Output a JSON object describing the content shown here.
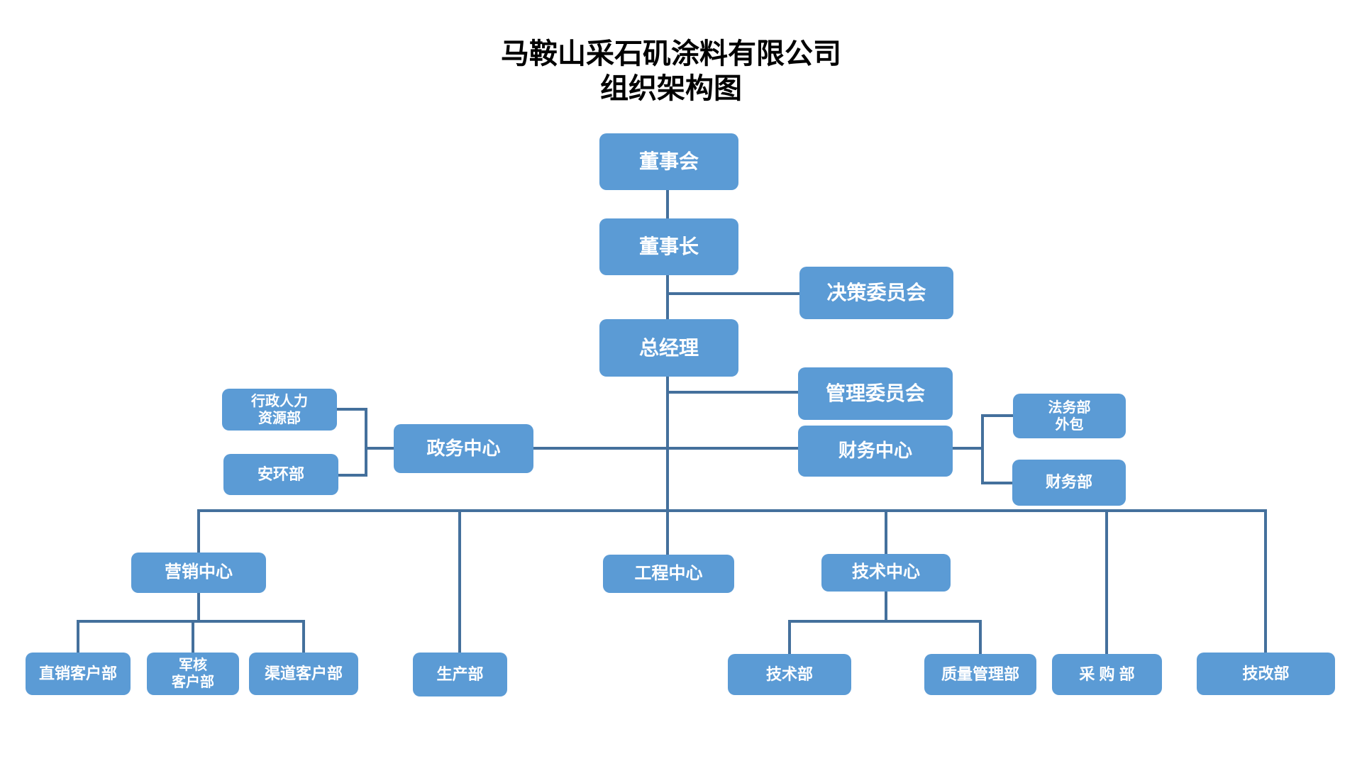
{
  "title": {
    "line1": "马鞍山采石矶涂料有限公司",
    "line2": "组织架构图"
  },
  "colors": {
    "box_fill": "#5b9bd5",
    "connector": "#44709c",
    "box_text": "#ffffff",
    "title_text": "#000000",
    "background": "#ffffff"
  },
  "nodes": {
    "board": "董事会",
    "chairman": "董事长",
    "decision_committee": "决策委员会",
    "general_manager": "总经理",
    "management_committee": "管理委员会",
    "admin_hr_dept": "行政人力\n资源部",
    "safety_env_dept": "安环部",
    "gov_affairs_center": "政务中心",
    "finance_center": "财务中心",
    "legal_outsource_dept": "法务部\n外包",
    "finance_dept": "财务部",
    "marketing_center": "营销中心",
    "engineering_center": "工程中心",
    "technology_center": "技术中心",
    "direct_sales_dept": "直销客户部",
    "military_nuclear_dept": "军核\n客户部",
    "channel_customer_dept": "渠道客户部",
    "production_dept": "生产部",
    "technology_dept": "技术部",
    "quality_mgmt_dept": "质量管理部",
    "purchasing_dept": "采 购 部",
    "tech_renovation_dept": "技改部"
  },
  "hierarchy": {
    "董事会": {
      "董事长": {
        "决策委员会": {},
        "总经理": {
          "管理委员会": {},
          "政务中心": {
            "行政人力资源部": {},
            "安环部": {}
          },
          "财务中心": {
            "法务部外包": {},
            "财务部": {}
          },
          "营销中心": {
            "直销客户部": {},
            "军核客户部": {},
            "渠道客户部": {}
          },
          "生产部": {},
          "工程中心": {},
          "技术中心": {
            "技术部": {},
            "质量管理部": {}
          },
          "采购部": {},
          "技改部": {}
        }
      }
    }
  }
}
